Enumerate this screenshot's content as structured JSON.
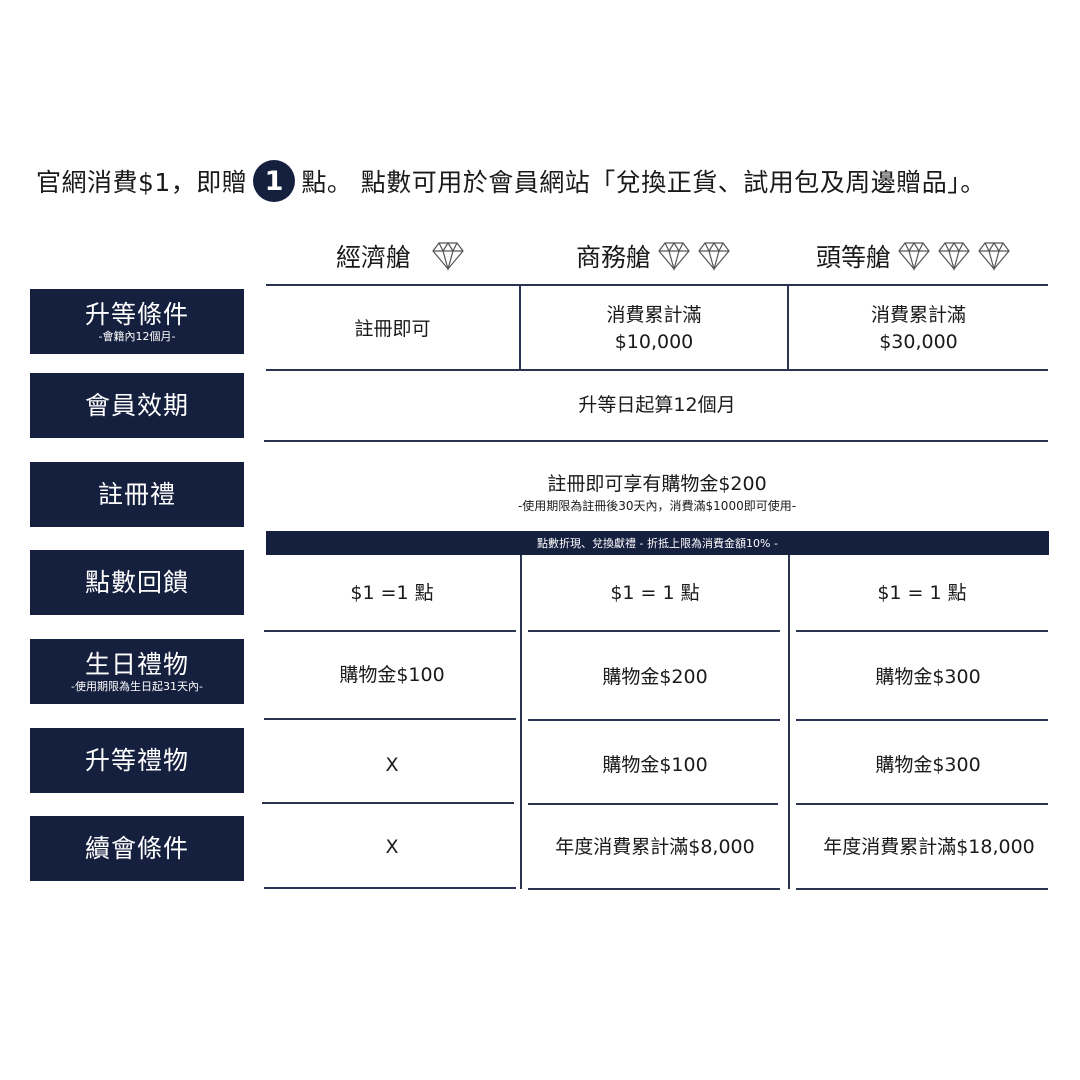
{
  "headline": {
    "before": "官網消費$1，即贈",
    "badge": "1",
    "after": "點。 點數可用於會員網站「兌換正貨、試用包及周邊贈品」。"
  },
  "tiers": [
    {
      "name": "經濟艙",
      "diamonds": 1,
      "diamond_icon": "diamond-icon"
    },
    {
      "name": "商務艙",
      "diamonds": 2,
      "diamond_icon": "diamond-icon"
    },
    {
      "name": "頭等艙",
      "diamonds": 3,
      "diamond_icon": "diamond-icon"
    }
  ],
  "rows": {
    "upgrade": {
      "label": "升等條件",
      "sub": "-會籍內12個月-",
      "economy": "註冊即可",
      "business": [
        "消費累計滿",
        "$10,000"
      ],
      "first": [
        "消費累計滿",
        "$30,000"
      ]
    },
    "validity": {
      "label": "會員效期",
      "value": "升等日起算12個月"
    },
    "signup_gift": {
      "label": "註冊禮",
      "value": "註冊即可享有購物金$200",
      "note": "-使用期限為註冊後30天內，消費滿$1000即可使用-"
    },
    "points_banner": "點數折現、兌換獻禮 - 折抵上限為消費金額10% -",
    "points": {
      "label": "點數回饋",
      "economy": "$1 =1 點",
      "business": "$1 = 1 點",
      "first": "$1 = 1 點"
    },
    "birthday": {
      "label": "生日禮物",
      "sub": "-使用期限為生日起31天內-",
      "economy": "購物金$100",
      "business": "購物金$200",
      "first": "購物金$300"
    },
    "upgrade_gift": {
      "label": "升等禮物",
      "economy": "X",
      "business": "購物金$100",
      "first": "購物金$300"
    },
    "renewal": {
      "label": "續會條件",
      "economy": "X",
      "business": "年度消費累計滿$8,000",
      "first": "年度消費累計滿$18,000"
    }
  },
  "colors": {
    "navy": "#15203f",
    "line": "#2a3350"
  }
}
